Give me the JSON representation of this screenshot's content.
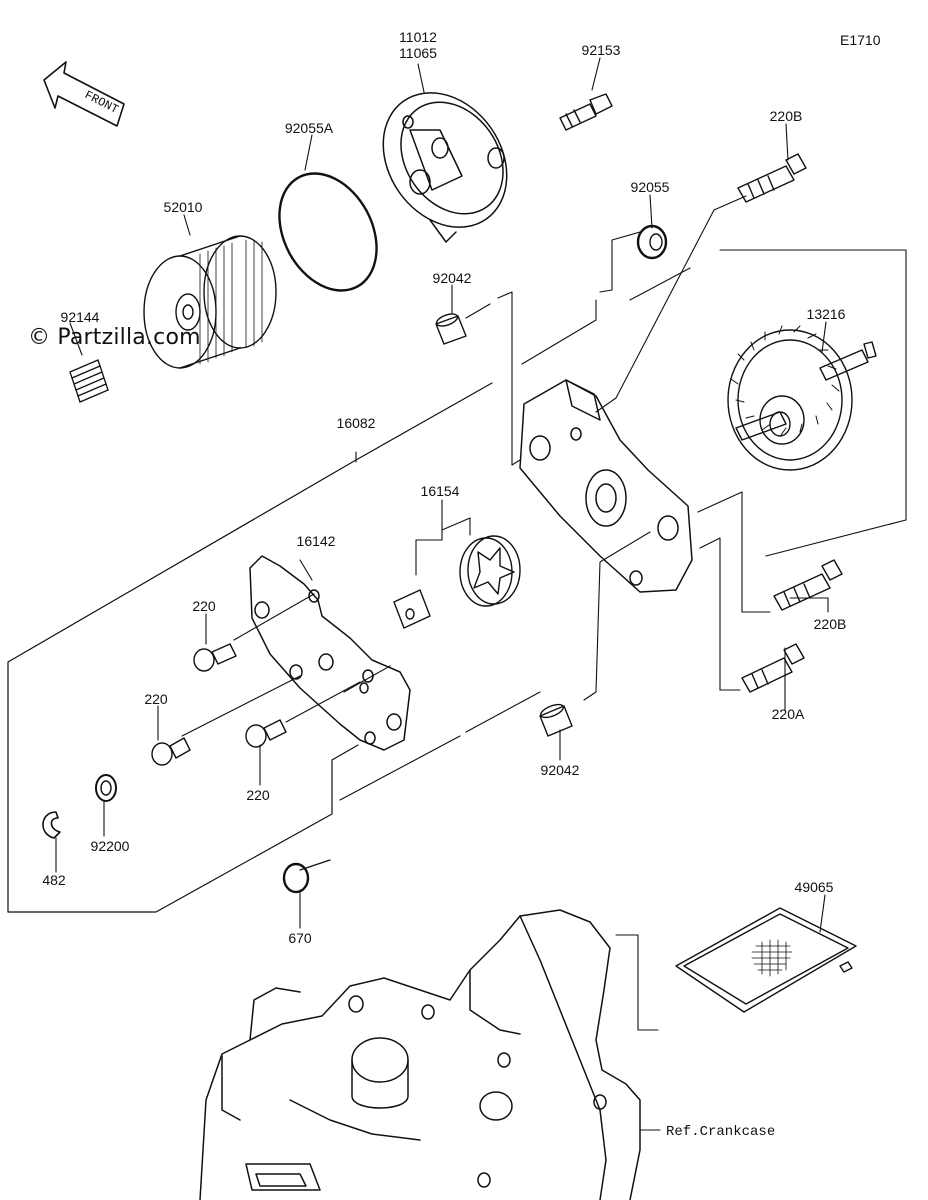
{
  "diagram_code": "E1710",
  "watermark": "© Partzilla.com",
  "front_arrow_label": "FRONT",
  "reference_label": "Ref.Crankcase",
  "part_labels": {
    "p11012": "11012",
    "p11065": "11065",
    "p92153": "92153",
    "p92055a": "92055A",
    "p52010": "52010",
    "p92144": "92144",
    "p220b_top": "220B",
    "p92055": "92055",
    "p92042_top": "92042",
    "p13216": "13216",
    "p16082": "16082",
    "p16154": "16154",
    "p16142": "16142",
    "p220_a": "220",
    "p220_b": "220",
    "p220_c": "220",
    "p220b_right": "220B",
    "p220a": "220A",
    "p92042_bottom": "92042",
    "p92200": "92200",
    "p482": "482",
    "p670": "670",
    "p49065": "49065"
  }
}
